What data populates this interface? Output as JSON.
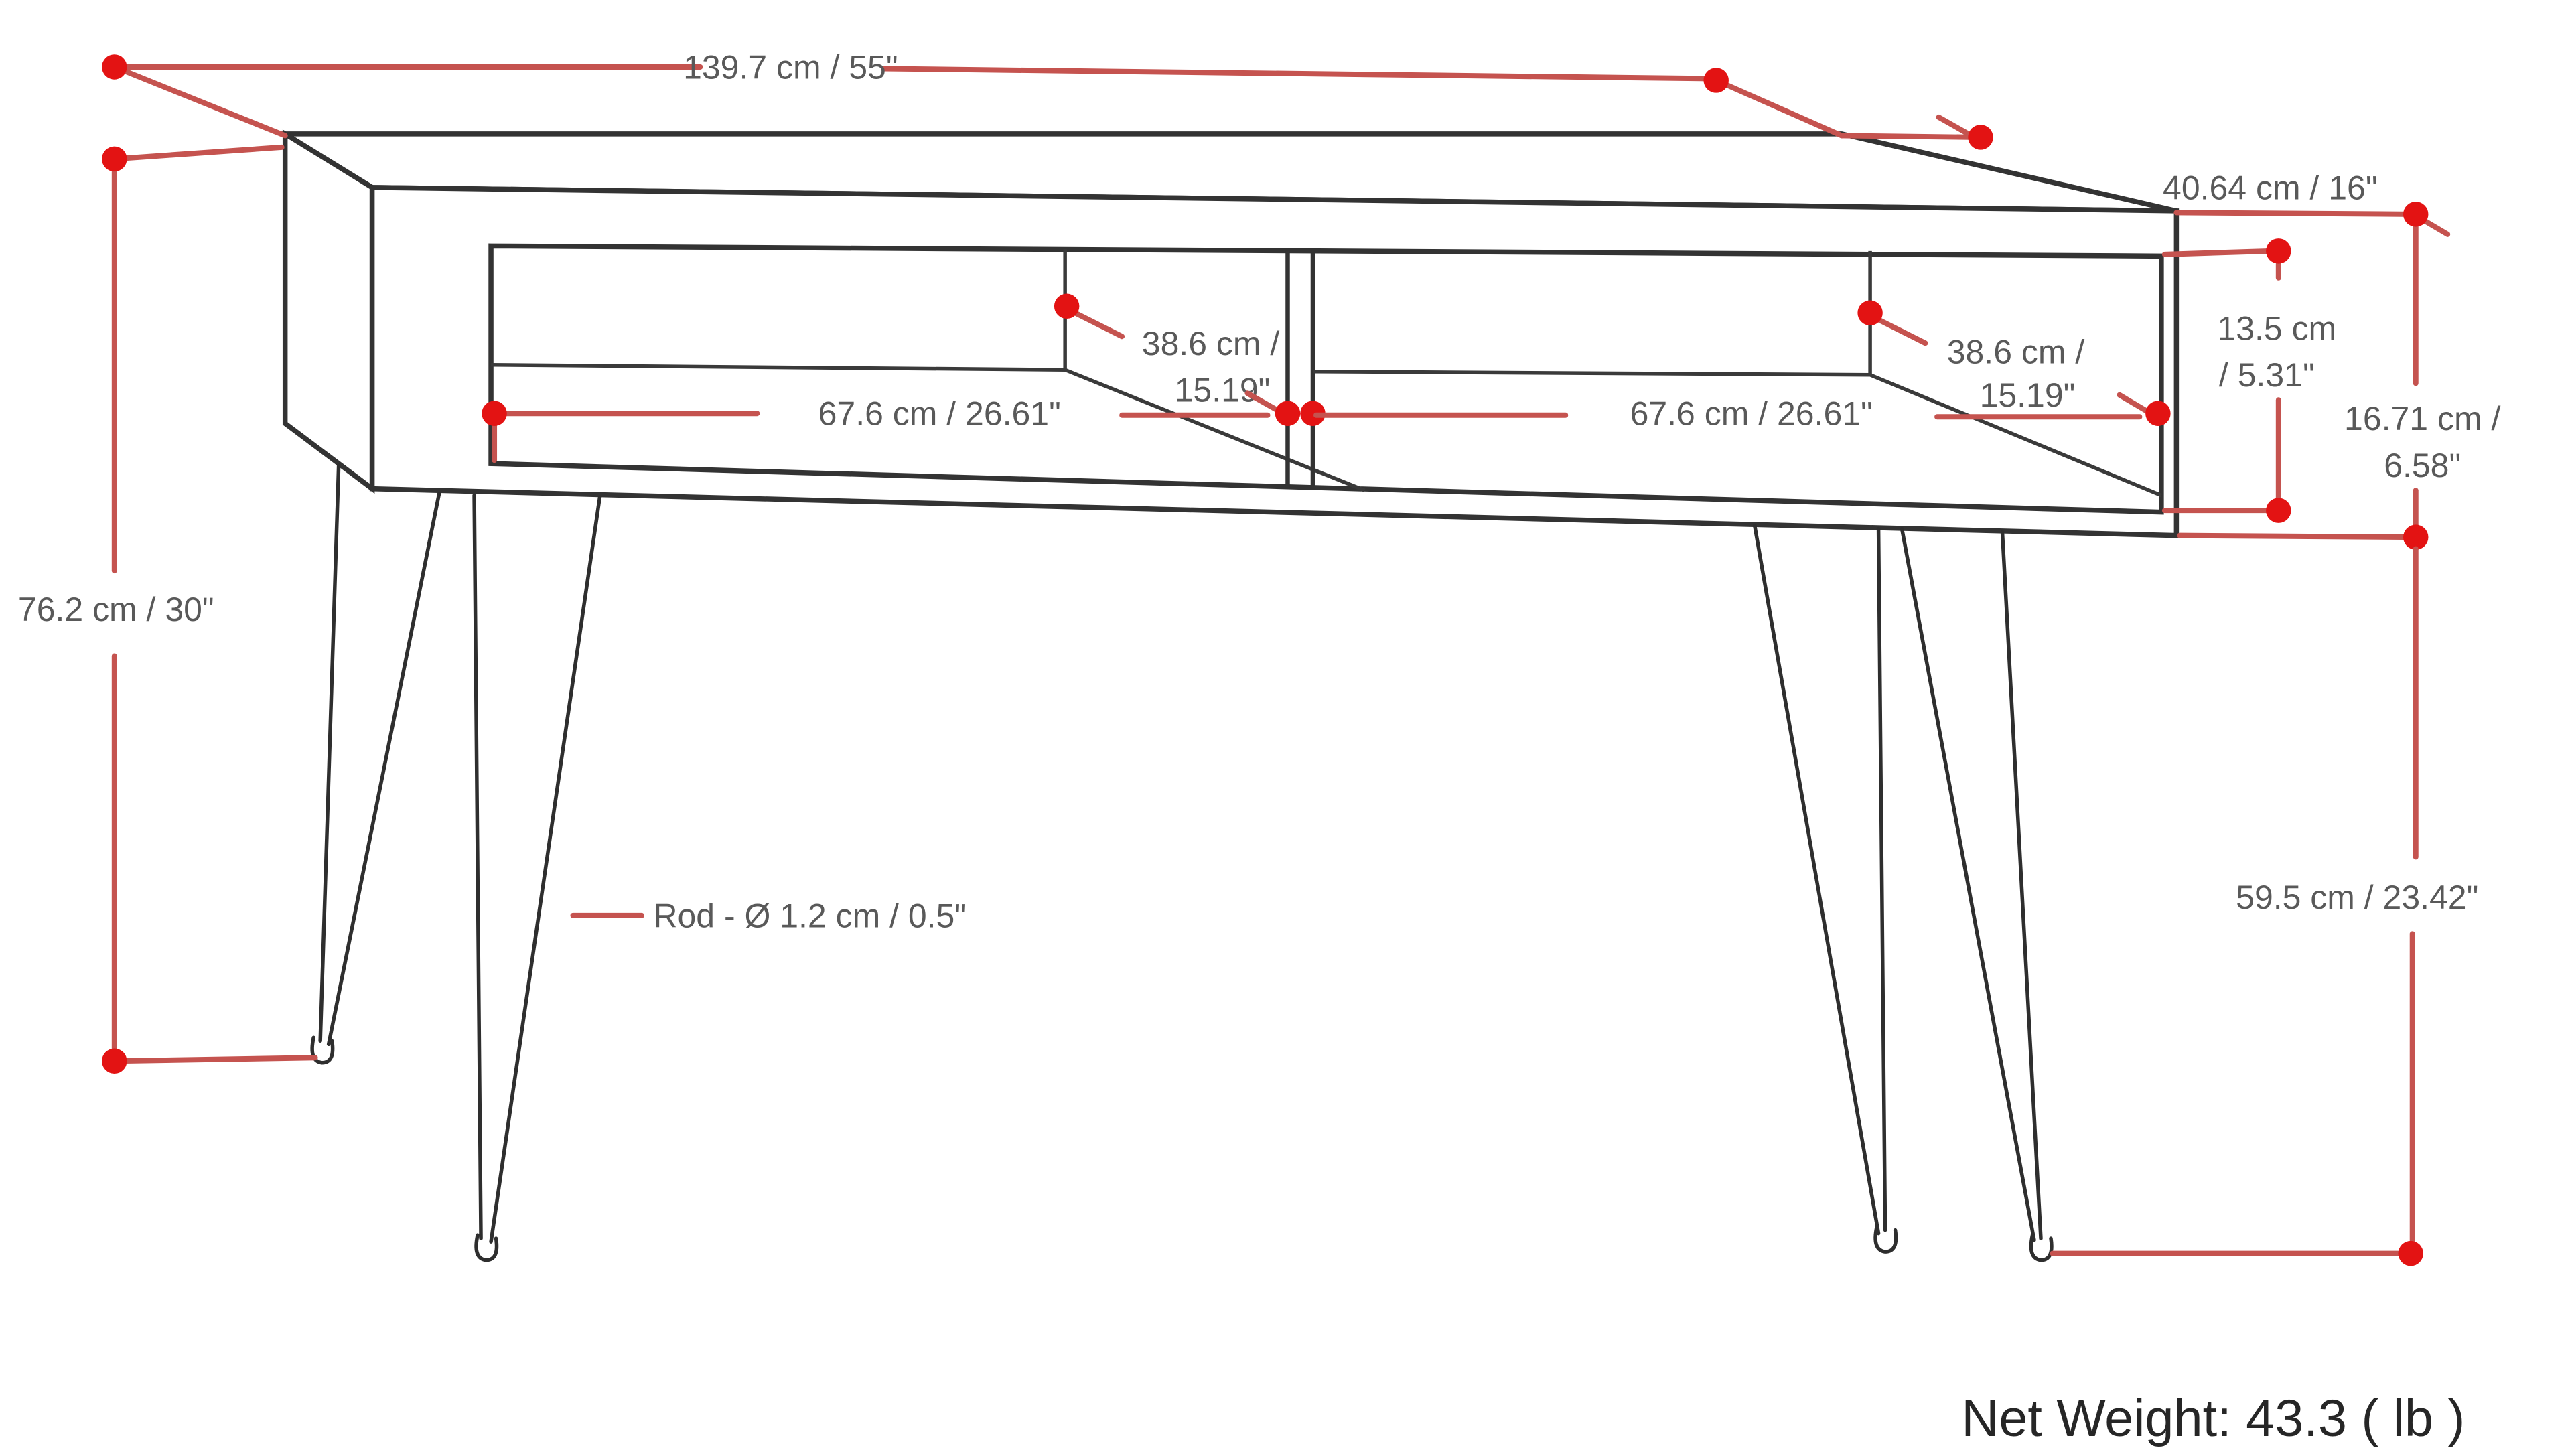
{
  "diagram": {
    "labels": {
      "width": "139.7 cm / 55\"",
      "depth": "40.64 cm / 16\"",
      "opening_height_l1": "13.5 cm",
      "opening_height_l2": "/ 5.31\"",
      "side_height_l1": "16.71 cm /",
      "side_height_l2": "6.58\"",
      "cubby_left_depth_l1": "38.6 cm /",
      "cubby_left_depth_l2": "15.19\"",
      "cubby_right_depth_l1": "38.6 cm /",
      "cubby_right_depth_l2": "15.19\"",
      "cubby_left_width": "67.6 cm / 26.61\"",
      "cubby_right_width": "67.6 cm / 26.61\"",
      "height": "76.2 cm / 30\"",
      "leg_height": "59.5 cm / 23.42\"",
      "rod": "Rod - Ø 1.2 cm / 0.5\""
    },
    "footer": {
      "net_weight": "Net Weight: 43.3 ( lb )"
    },
    "colors": {
      "dimension_line": "#c5534f",
      "dimension_dot": "#e31313",
      "outline": "#333333",
      "label_text": "#595959",
      "weight_text": "#262626",
      "background": "#ffffff"
    }
  }
}
